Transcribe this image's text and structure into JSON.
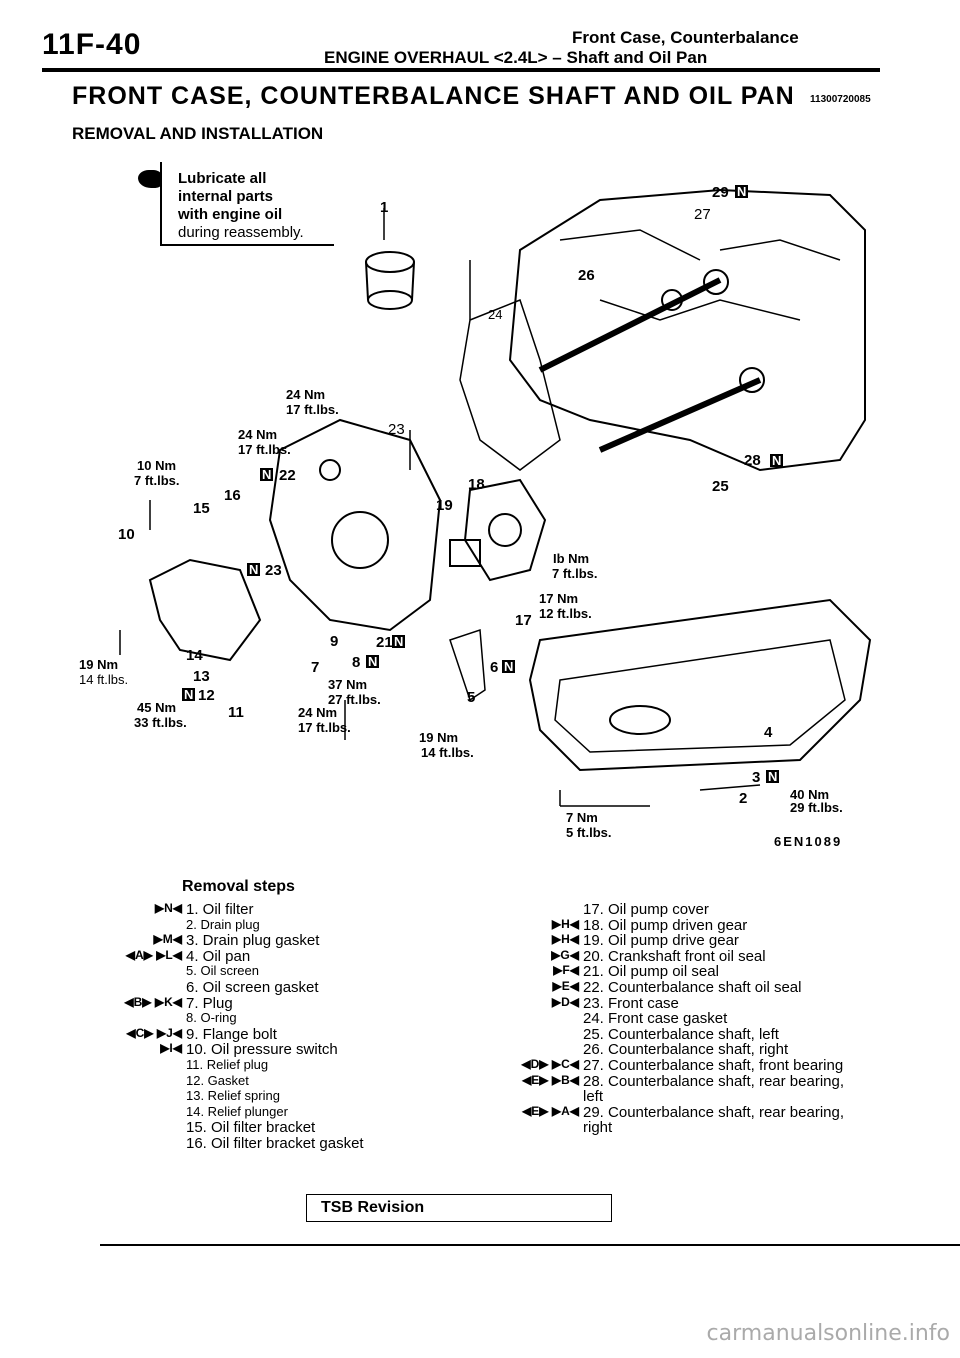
{
  "header": {
    "page_number": "11F-40",
    "line1": "Front Case, Counterbalance",
    "line2": "ENGINE OVERHAUL <2.4L> – Shaft and Oil Pan"
  },
  "title": "FRONT CASE, COUNTERBALANCE SHAFT AND OIL PAN",
  "title_code": "11300720085",
  "subtitle": "REMOVAL AND INSTALLATION",
  "note": {
    "icon": "oil-can-icon",
    "lines": [
      "Lubricate all",
      "internal parts",
      "with engine oil",
      "during reassembly."
    ]
  },
  "figure": {
    "code": "6EN1089",
    "part_labels": [
      "1",
      "2",
      "3",
      "4",
      "5",
      "6",
      "7",
      "8",
      "9",
      "10",
      "11",
      "12",
      "13",
      "14",
      "15",
      "16",
      "17",
      "18",
      "19",
      "21",
      "22",
      "23",
      "23",
      "24",
      "25",
      "26",
      "27",
      "28",
      "29"
    ],
    "torques": [
      {
        "nm": "24 Nm",
        "ft": "17 ft.lbs."
      },
      {
        "nm": "24 Nm",
        "ft": "17 ft.lbs."
      },
      {
        "nm": "10 Nm",
        "ft": "7 ft.lbs."
      },
      {
        "nm": "Ib Nm",
        "ft": "7 ft.lbs."
      },
      {
        "nm": "17 Nm",
        "ft": "12 ft.lbs."
      },
      {
        "nm": "19 Nm",
        "ft": "14 ft.lbs."
      },
      {
        "nm": "37 Nm",
        "ft": "27 ft.lbs."
      },
      {
        "nm": "45 Nm",
        "ft": "33 ft.lbs."
      },
      {
        "nm": "24 Nm",
        "ft": "17 ft.lbs."
      },
      {
        "nm": "19 Nm",
        "ft": "14 ft.lbs."
      },
      {
        "nm": "40 Nm",
        "ft": "29 ft.lbs."
      },
      {
        "nm": "7 Nm",
        "ft": "5 ft.lbs."
      }
    ],
    "new_part_mark": "N"
  },
  "removal": {
    "heading": "Removal steps",
    "left": [
      {
        "marks": "▶N◀",
        "text": "1. Oil filter"
      },
      {
        "marks": "",
        "text": "2. Drain plug"
      },
      {
        "marks": "▶M◀",
        "text": "3. Drain plug gasket"
      },
      {
        "marks": "◀A▶ ▶L◀",
        "text": "4. Oil pan"
      },
      {
        "marks": "",
        "text": "5. Oil screen"
      },
      {
        "marks": "",
        "text": "6. Oil screen gasket"
      },
      {
        "marks": "◀B▶ ▶K◀",
        "text": "7. Plug"
      },
      {
        "marks": "",
        "text": "8. O-ring"
      },
      {
        "marks": "◀C▶ ▶J◀",
        "text": "9. Flange bolt"
      },
      {
        "marks": "▶I◀",
        "text": "10. Oil pressure switch"
      },
      {
        "marks": "",
        "text": "11. Relief plug"
      },
      {
        "marks": "",
        "text": "12. Gasket"
      },
      {
        "marks": "",
        "text": "13. Relief spring"
      },
      {
        "marks": "",
        "text": "14. Relief plunger"
      },
      {
        "marks": "",
        "text": "15. Oil filter bracket"
      },
      {
        "marks": "",
        "text": "16. Oil filter bracket gasket"
      }
    ],
    "right": [
      {
        "marks": "",
        "text": "17. Oil pump cover"
      },
      {
        "marks": "▶H◀",
        "text": "18. Oil pump driven gear"
      },
      {
        "marks": "▶H◀",
        "text": "19. Oil pump drive gear"
      },
      {
        "marks": "▶G◀",
        "text": "20. Crankshaft front oil seal"
      },
      {
        "marks": "▶F◀",
        "text": "21. Oil pump oil seal"
      },
      {
        "marks": "▶E◀",
        "text": "22. Counterbalance shaft oil seal"
      },
      {
        "marks": "▶D◀",
        "text": "23. Front case"
      },
      {
        "marks": "",
        "text": "24. Front case gasket"
      },
      {
        "marks": "",
        "text": "25. Counterbalance shaft, left"
      },
      {
        "marks": "",
        "text": "26. Counterbalance shaft, right"
      },
      {
        "marks": "◀D▶ ▶C◀",
        "text": "27. Counterbalance shaft, front bearing"
      },
      {
        "marks": "◀E▶ ▶B◀",
        "text": "28. Counterbalance shaft, rear bearing,"
      },
      {
        "marks": "",
        "text": "left"
      },
      {
        "marks": "◀E▶ ▶A◀",
        "text": "29. Counterbalance shaft, rear bearing,"
      },
      {
        "marks": "",
        "text": "right"
      }
    ]
  },
  "footer": {
    "tsb": "TSB Revision",
    "watermark": "carmanualsonline.info"
  }
}
